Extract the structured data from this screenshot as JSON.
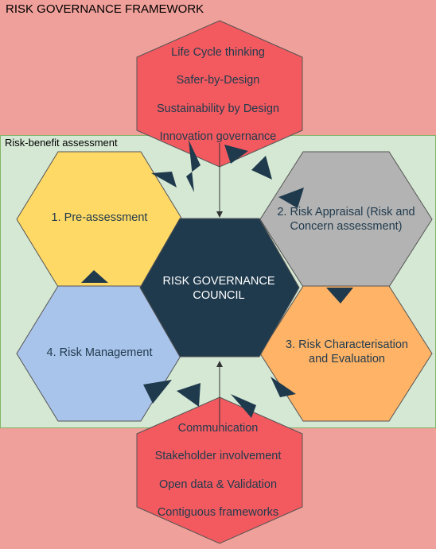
{
  "framework": {
    "title": "RISK GOVERNANCE FRAMEWORK",
    "background": "#f0a09a"
  },
  "assessment_band": {
    "title": "Risk-benefit assessment",
    "background": "#d5e8d4",
    "border": "#82b366"
  },
  "center": {
    "label": "RISK GOVERNANCE\nCOUNCIL",
    "fill": "#1f3a4d",
    "text_color": "#ffffff"
  },
  "top": {
    "lines": [
      "Life Cycle thinking",
      "Safer-by-Design",
      "Sustainability by Design",
      "Innovation governance"
    ],
    "fill": "#f25a5f",
    "text_color": "#1f3a4d"
  },
  "bottom": {
    "lines": [
      "Communication",
      "Stakeholder involvement",
      "Open data & Validation",
      "Contiguous frameworks"
    ],
    "fill": "#f25a5f",
    "text_color": "#1f3a4d"
  },
  "steps": [
    {
      "id": "pre",
      "label": "1. Pre-assessment",
      "fill": "#ffd966",
      "text_color": "#1f3a4d"
    },
    {
      "id": "appraisal",
      "label": "2. Risk Appraisal (Risk and\nConcern assessment)",
      "fill": "#b3b3b3",
      "text_color": "#1f3a4d"
    },
    {
      "id": "characterisation",
      "label": "3. Risk Characterisation\nand Evaluation",
      "fill": "#ffb366",
      "text_color": "#1f3a4d"
    },
    {
      "id": "management",
      "label": "4. Risk Management",
      "fill": "#a9c4eb",
      "text_color": "#1f3a4d"
    }
  ],
  "colors": {
    "outline": "#555555",
    "arrow": "#1f3a4d",
    "connector": "#333333"
  }
}
